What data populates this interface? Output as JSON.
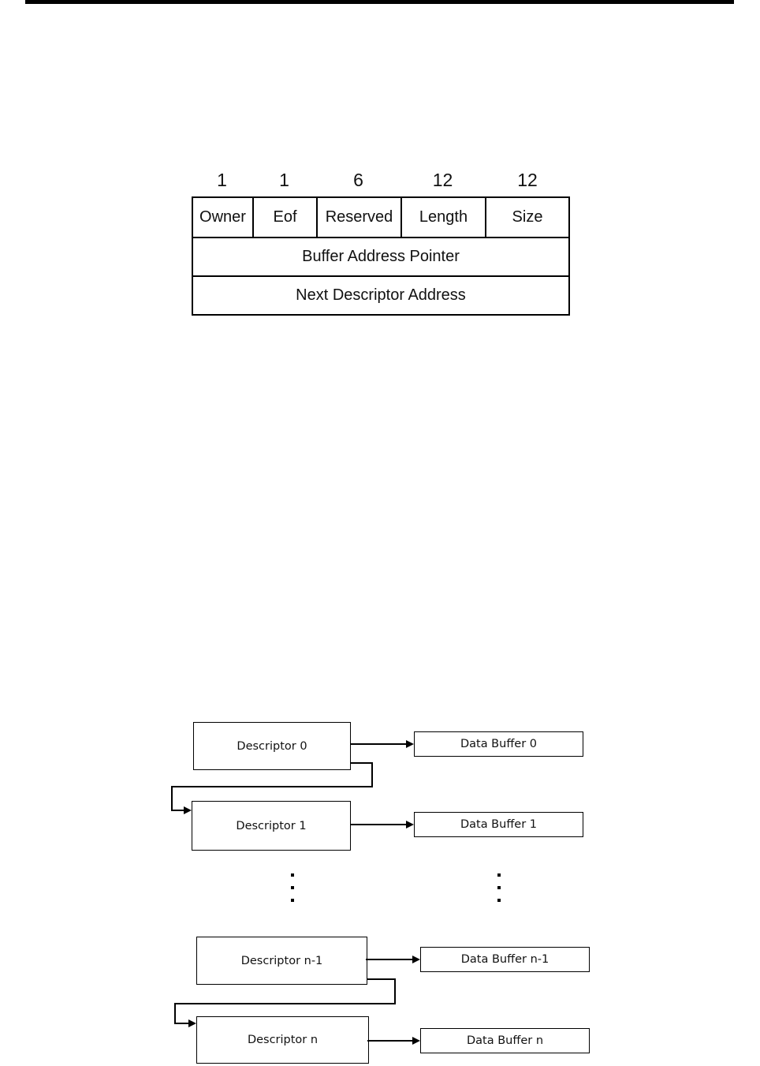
{
  "descriptor_format_table": {
    "bit_widths": [
      "1",
      "1",
      "6",
      "12",
      "12"
    ],
    "fields": [
      "Owner",
      "Eof",
      "Reserved",
      "Length",
      "Size"
    ],
    "buffer_address_row": "Buffer Address Pointer",
    "next_descriptor_row": "Next Descriptor Address"
  },
  "descriptor_chain_diagram": {
    "descriptors": [
      "Descriptor 0",
      "Descriptor 1",
      "Descriptor n-1",
      "Descriptor n"
    ],
    "data_buffers": [
      "Data Buffer 0",
      "Data Buffer 1",
      "Data Buffer n-1",
      "Data Buffer n"
    ]
  },
  "colors": {
    "line": "#000000",
    "text": "#111111",
    "background": "#ffffff"
  }
}
